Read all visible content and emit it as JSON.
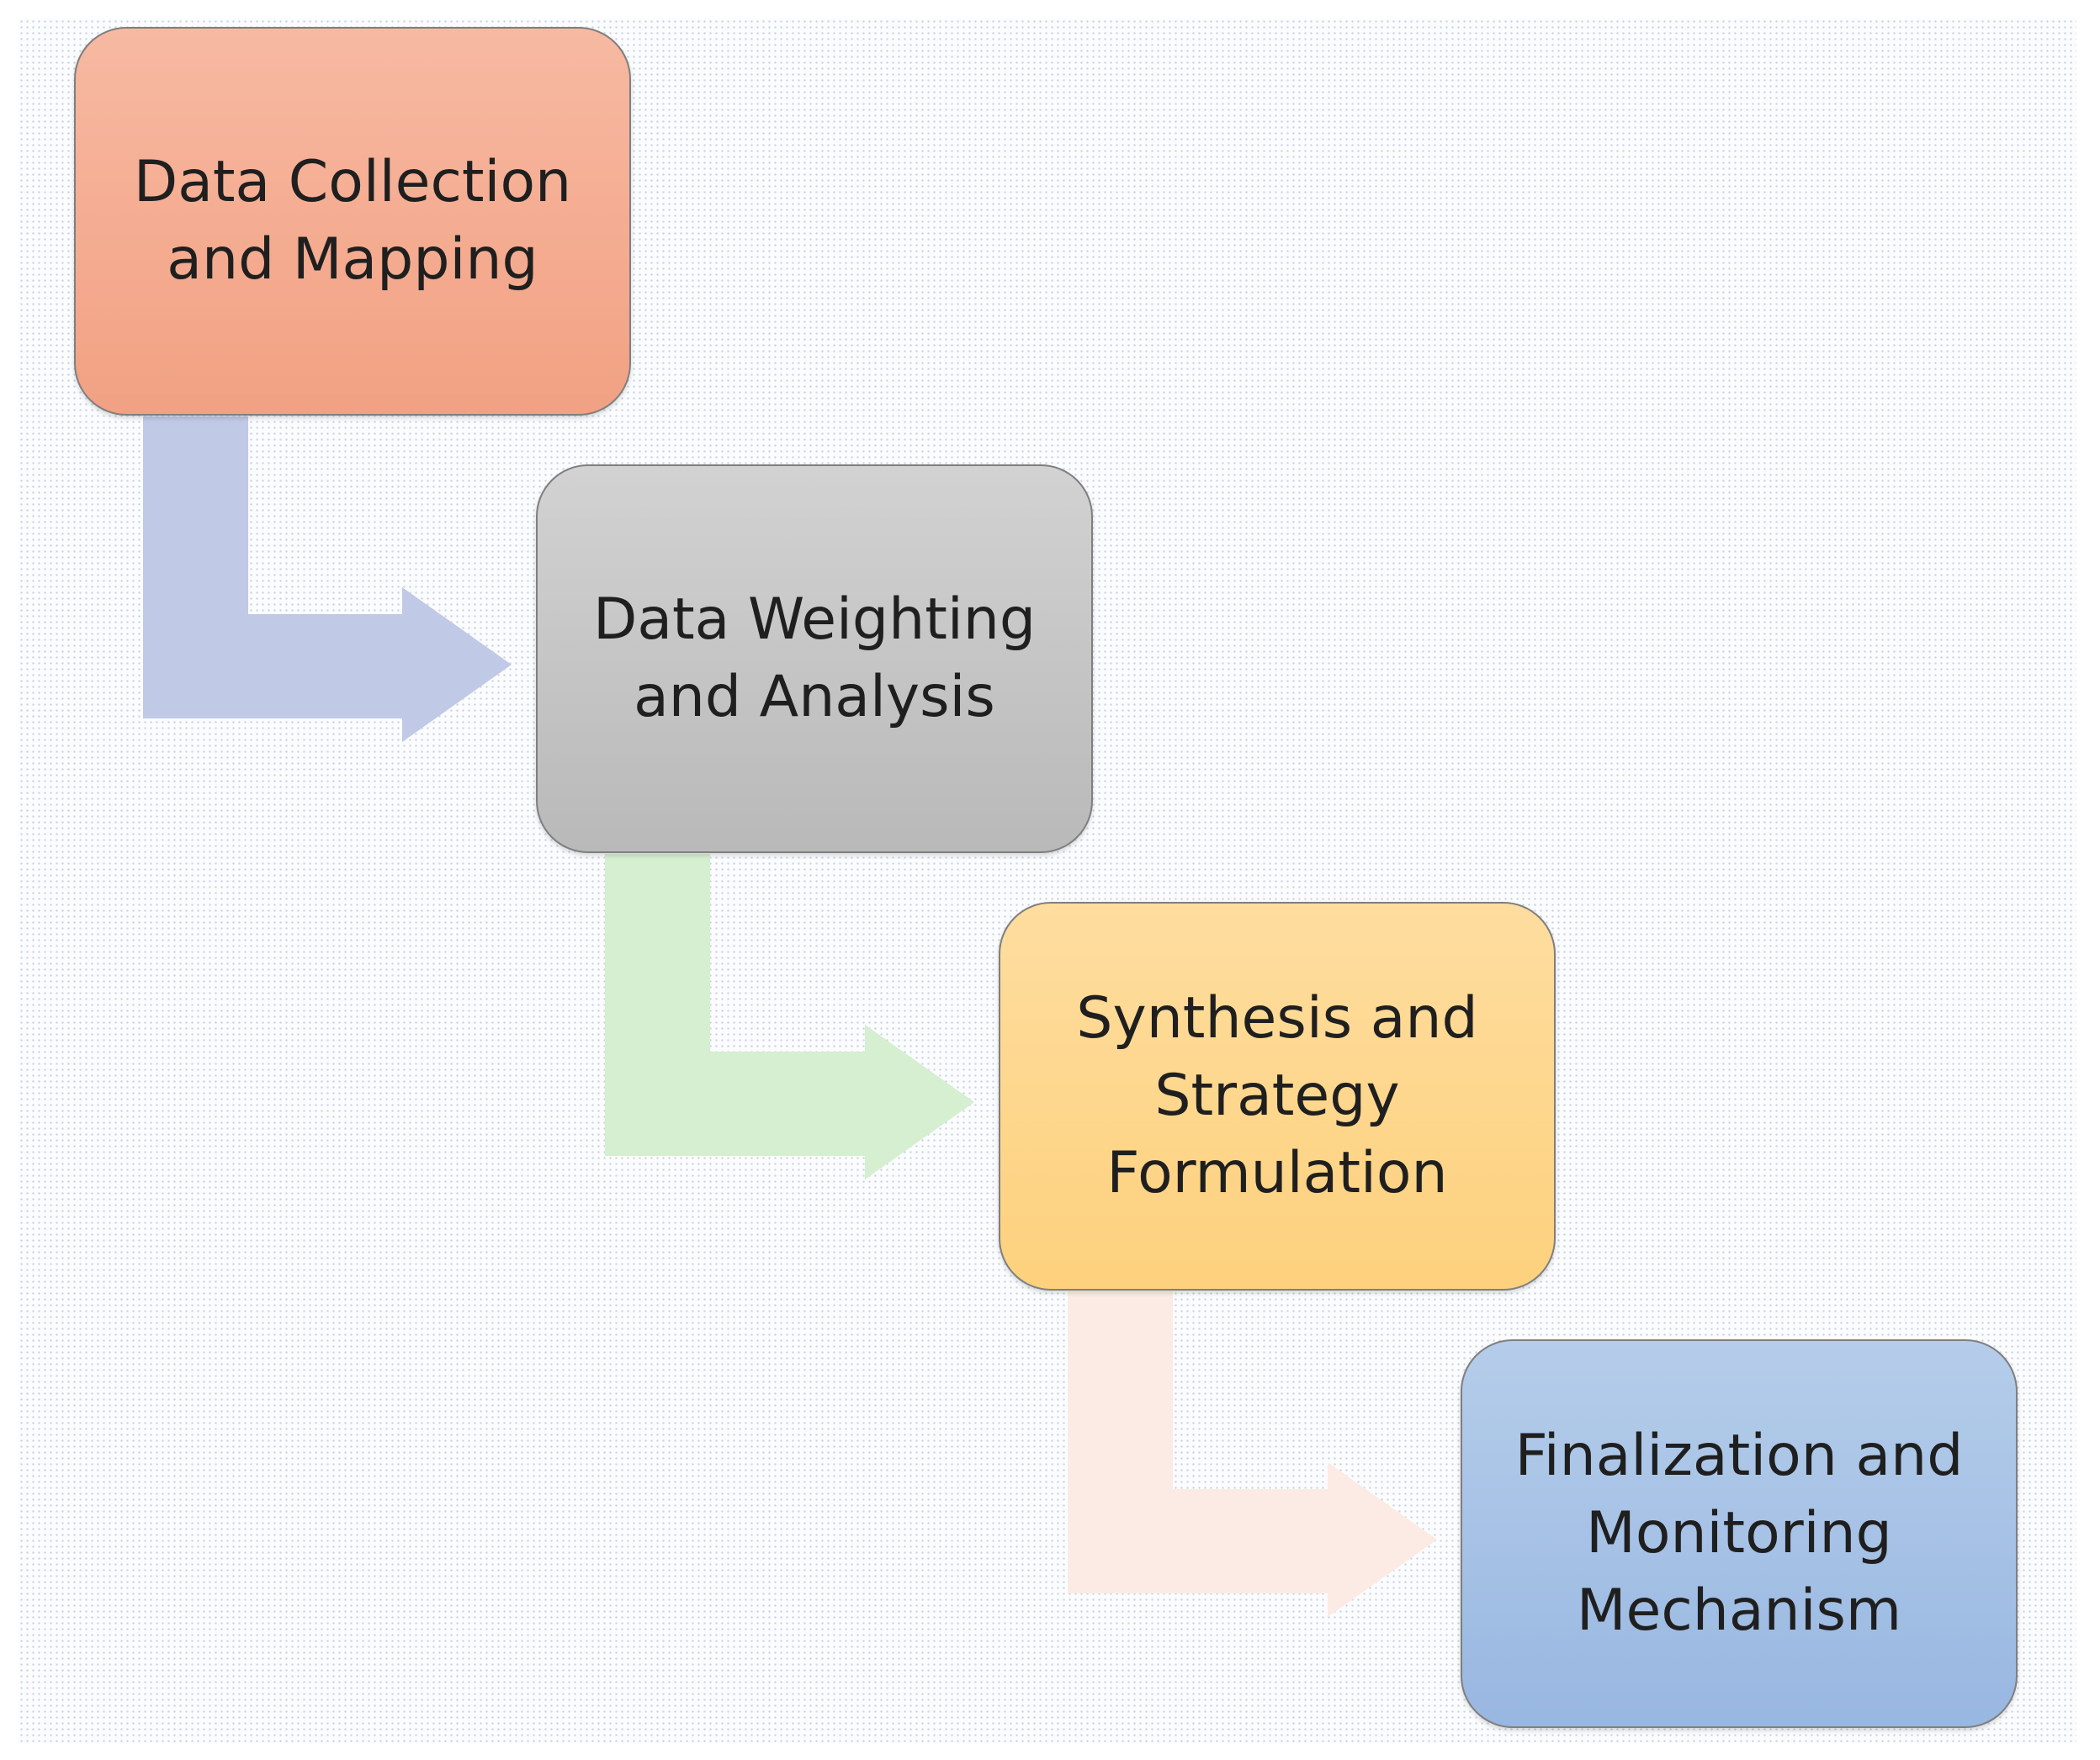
{
  "steps": [
    {
      "label": "Data Collection\nand Mapping",
      "color": "#f4a98c"
    },
    {
      "label": "Data Weighting\nand Analysis",
      "color": "#c4c4c4"
    },
    {
      "label": "Synthesis and\nStrategy\nFormulation",
      "color": "#fdd78a"
    },
    {
      "label": "Finalization and\nMonitoring\nMechanism",
      "color": "#a6c1e5"
    }
  ],
  "connectors": [
    {
      "from": 1,
      "to": 2,
      "color": "#c0c9e6"
    },
    {
      "from": 2,
      "to": 3,
      "color": "#d5efd0"
    },
    {
      "from": 3,
      "to": 4,
      "color": "#fcebe4"
    }
  ]
}
